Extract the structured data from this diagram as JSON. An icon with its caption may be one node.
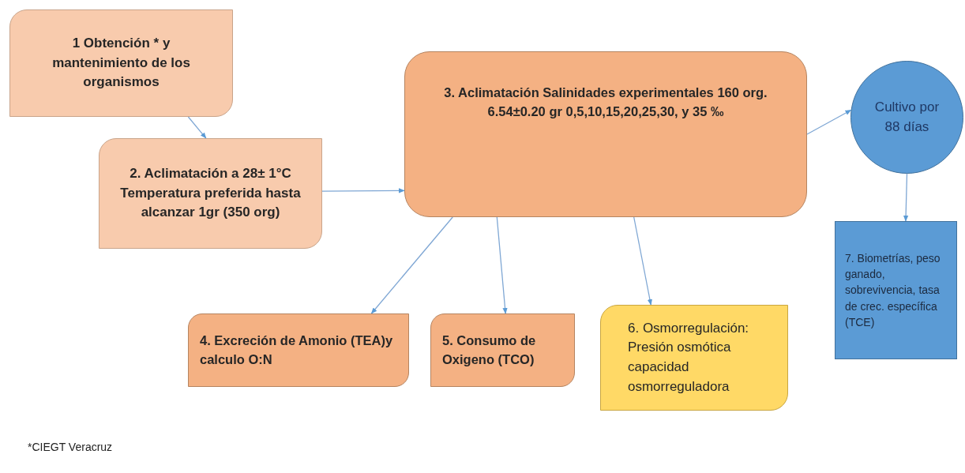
{
  "diagram": {
    "nodes": [
      {
        "text": [
          "1 Obtención * y mantenimiento de los organismos"
        ]
      },
      {
        "text": [
          "2. Aclimatación a 28± 1°C Temperatura preferida hasta alcanzar 1gr (350 org)"
        ]
      },
      {
        "text": [
          "3. Aclimatación Salinidades experimentales 160 org. 6.54±0.20 gr 0,5,10,15,20,25,30, y 35 ‰"
        ]
      },
      {
        "text": [
          "Cultivo por 88 días"
        ]
      },
      {
        "text": [
          "7. Biometrías, peso ganado, sobrevivencia, tasa de crec. específica (TCE)"
        ]
      },
      {
        "text": [
          "4.  Excreción de Amonio (TEA)y calculo O:N"
        ]
      },
      {
        "text": [
          "5. Consumo de Oxigeno (TCO)"
        ]
      },
      {
        "text": [
          "6. Osmorregulación: Presión osmótica capacidad osmorreguladora"
        ]
      }
    ],
    "edges": [
      {
        "from": 0,
        "to": 1,
        "arrow": "to"
      },
      {
        "from": 1,
        "to": 2,
        "arrow": "to"
      },
      {
        "from": 2,
        "to": 3,
        "arrow": "to"
      },
      {
        "from": 3,
        "to": 4,
        "arrow": "to"
      },
      {
        "from": 2,
        "to": 5,
        "arrow": "to"
      },
      {
        "from": 2,
        "to": 6,
        "arrow": "to"
      },
      {
        "from": 2,
        "to": 7,
        "arrow": "to"
      }
    ],
    "labels": [
      "*CIEGT Veracruz"
    ]
  }
}
